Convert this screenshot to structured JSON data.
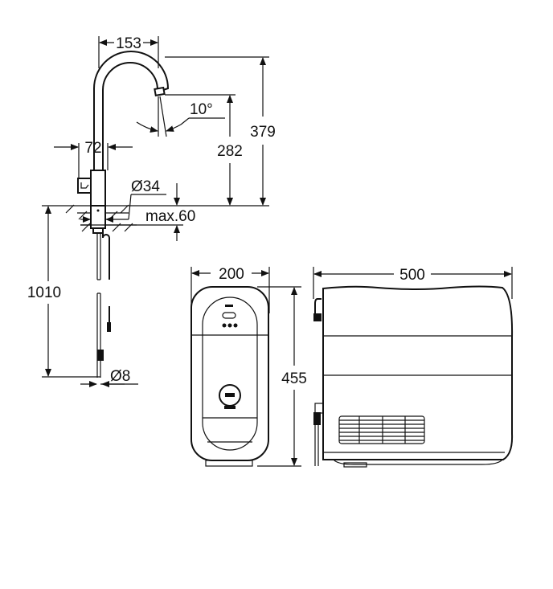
{
  "diagram": {
    "faucet": {
      "reach": "153",
      "total_height": "379",
      "spout_height": "282",
      "swivel_angle": "10°",
      "base_width": "72",
      "base_diameter": "Ø34",
      "countertop_thickness": "max.60",
      "hose_length": "1010",
      "hose_diameter": "Ø8"
    },
    "unit": {
      "width": "200",
      "height": "455",
      "depth": "500"
    }
  }
}
